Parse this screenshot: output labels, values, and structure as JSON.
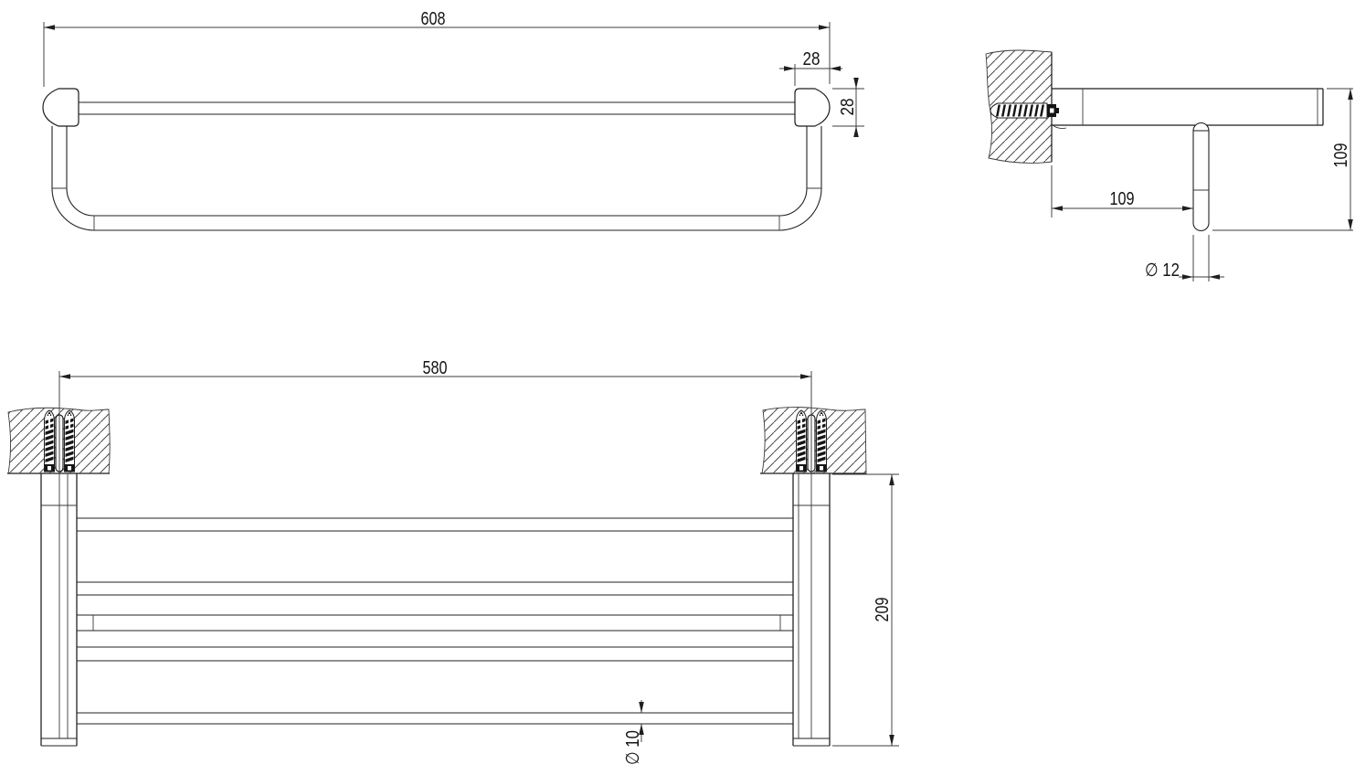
{
  "drawing": {
    "colors": {
      "background": "#ffffff",
      "object_line": "#1c1c1c",
      "dimension_line": "#3c3c3c",
      "text": "#141414"
    },
    "dimensions": {
      "front_overall_width": "608",
      "front_cap_width": "28",
      "front_cap_height": "28",
      "side_wall_to_bar": "109",
      "side_drop": "109",
      "side_bar_diameter": "∅ 12",
      "plan_fixing_centres": "580",
      "plan_depth": "209",
      "plan_rail_diameter": "∅ 10"
    }
  }
}
